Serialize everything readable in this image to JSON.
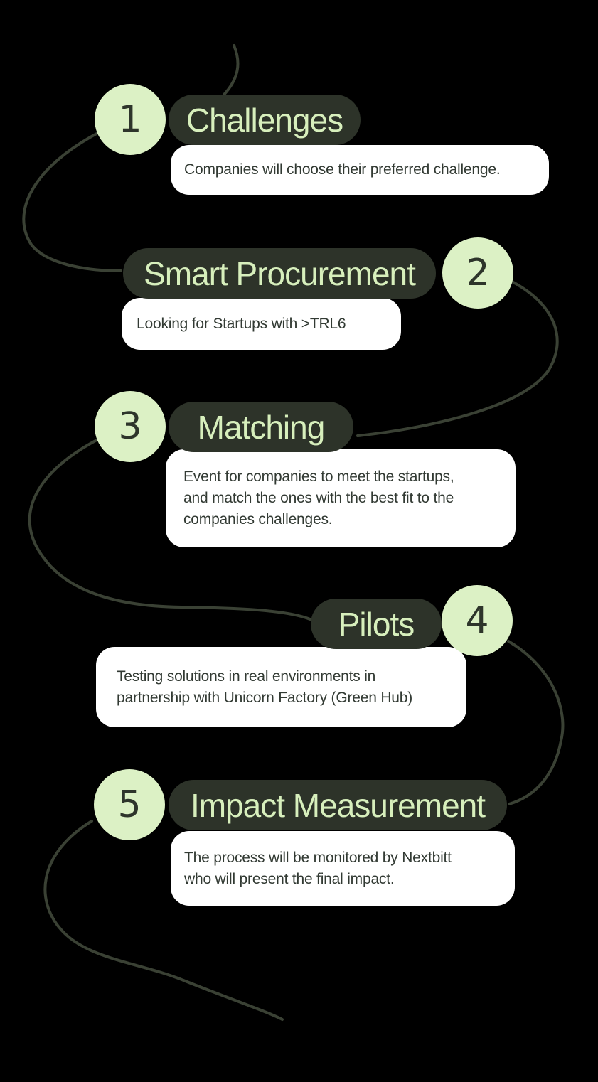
{
  "figure": {
    "type": "process-infographic",
    "step_count": 5
  },
  "palette": {
    "background": "#000000",
    "number_badge_bg": "#dcf1c5",
    "number_badge_text": "#2e352b",
    "title_pill_bg": "#2d3329",
    "title_pill_text": "#d7efbc",
    "card_bg": "#ffffff",
    "card_text": "#323a33",
    "connector_line": "#3a4134"
  },
  "steps": [
    {
      "number": "1",
      "title": "Challenges",
      "description": "Companies will choose their preferred challenge."
    },
    {
      "number": "2",
      "title": "Smart Procurement",
      "description": "Looking for Startups with >TRL6"
    },
    {
      "number": "3",
      "title": "Matching",
      "description": "Event for companies to meet the startups,\nand match the ones with the best fit to the\ncompanies challenges."
    },
    {
      "number": "4",
      "title": "Pilots",
      "description": "Testing solutions in real environments in\npartnership with Unicorn Factory (Green Hub)"
    },
    {
      "number": "5",
      "title": "Impact Measurement",
      "description": "The process will be monitored by Nextbitt\nwho will present the final impact."
    }
  ]
}
